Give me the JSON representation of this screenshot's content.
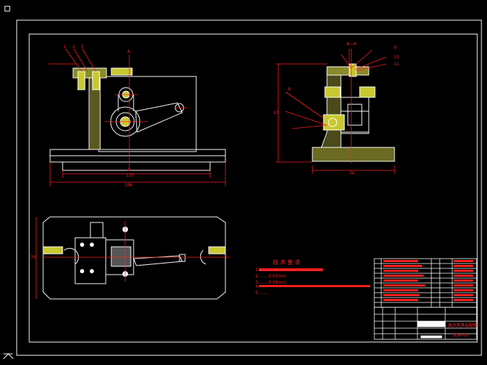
{
  "window": {
    "corner_control_icon": "square-icon",
    "ucs_icon": "ucs-axis-icon"
  },
  "drawing": {
    "section_marker_top": "A",
    "section_marker_bottom": "A",
    "front_view": {
      "leader_labels": [
        "1",
        "2",
        "3"
      ],
      "dim_height": "133",
      "dim_width": "196"
    },
    "section_view": {
      "title": "A—A",
      "leader_labels": [
        "9",
        "10",
        "11",
        "8"
      ],
      "dim_height": "93",
      "dim_width": "76"
    },
    "plan_view": {
      "dim_height": "76"
    },
    "tech_requirements": {
      "heading": "技 术 要 求",
      "items": [
        "1.",
        "2.  ......0.05mm.",
        "3.  ......0.08mm.",
        "4.",
        "5.  ......"
      ]
    },
    "title_block": {
      "part_name": "拨叉夹具装配图",
      "drawing_no": "SGM-00"
    }
  },
  "colors": {
    "background": "#000000",
    "border": "#ffffff",
    "geometry": "#ffffff",
    "dimension": "#ff2020",
    "centerline": "#ff2020",
    "hatch": "#c8c830",
    "part_fill": "#ffff40",
    "cyan": "#20e0e0"
  }
}
